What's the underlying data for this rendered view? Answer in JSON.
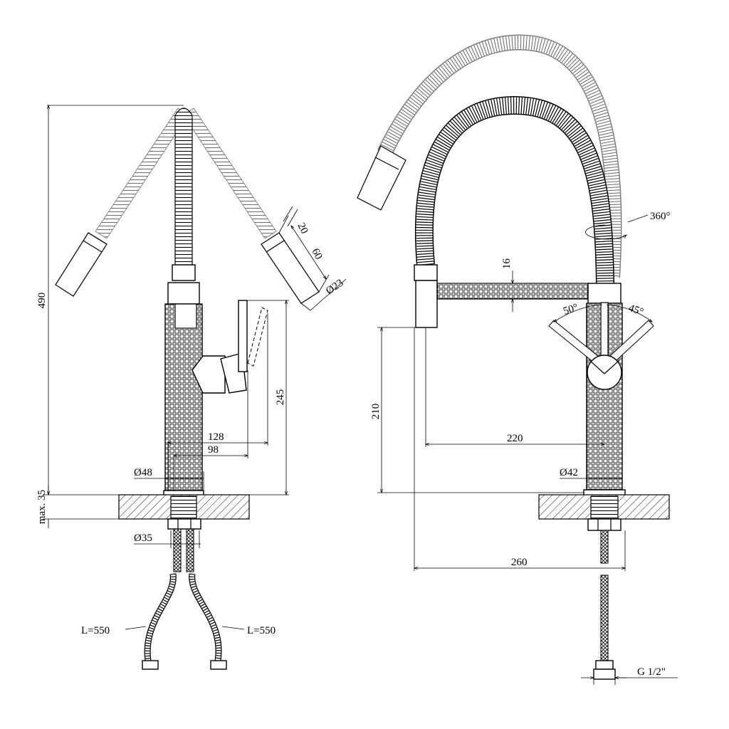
{
  "dimensions": {
    "height_total": "490",
    "max_35": "max. 35",
    "d48": "Ø48",
    "d35": "Ø35",
    "d23": "Ø23",
    "len_20": "20",
    "len_60": "60",
    "len_245": "245",
    "len_128": "128",
    "len_98": "98",
    "len_16": "16",
    "len_210": "210",
    "len_220": "220",
    "len_260": "260",
    "d42": "Ø42",
    "rot_360": "360°",
    "ang_50": "50°",
    "ang_45": "45°",
    "hose_left": "L=550",
    "hose_right": "L=550",
    "thread": "G 1/2\""
  }
}
